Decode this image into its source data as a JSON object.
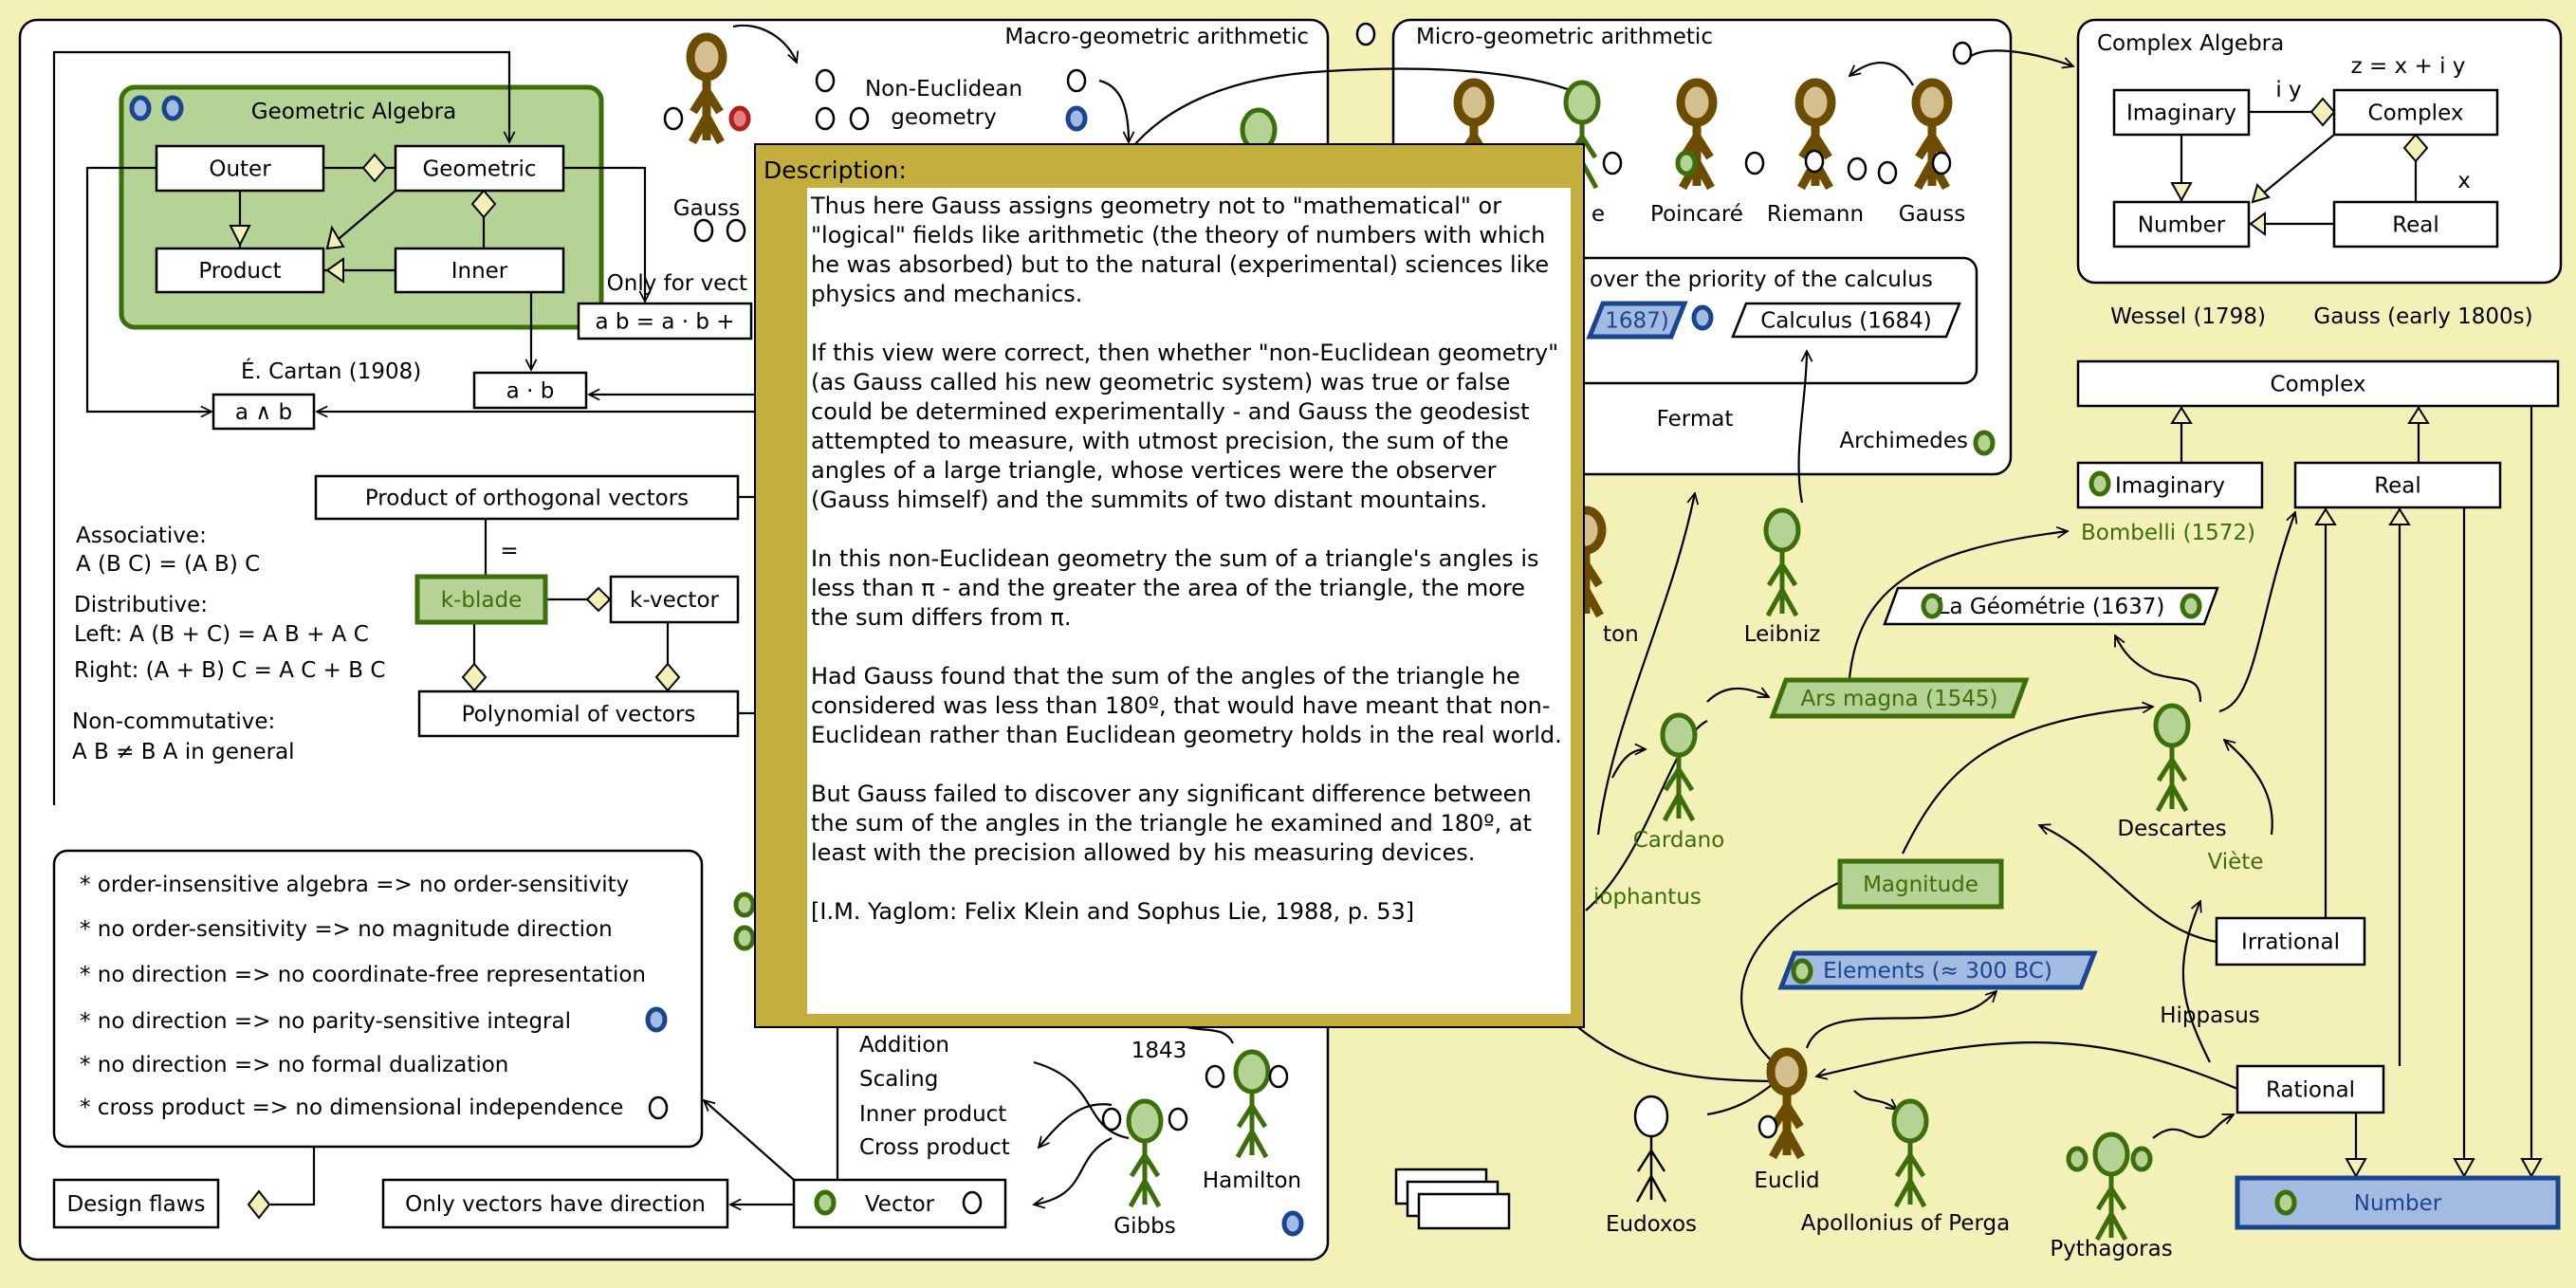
{
  "macro": {
    "title": "Macro-geometric arithmetic",
    "ga_title": "Geometric Algebra",
    "outer": "Outer",
    "geometric": "Geometric",
    "product": "Product",
    "inner": "Inner",
    "dot": "a · b",
    "wedge": "a ∧ b",
    "cartan": "É. Cartan (1908)",
    "gauss": "Gauss",
    "non_euclidean_1": "Non-Euclidean",
    "non_euclidean_2": "geometry",
    "only_for": "Only for vect",
    "geom_product": "a b = a · b +",
    "orthogonal": "Product of orthogonal  vectors",
    "eq": "=",
    "kblade": "k-blade",
    "kvector": "k-vector",
    "polynomial": "Polynomial of vectors",
    "rules": [
      "Associative:",
      "A (B C) = (A B) C",
      "Distributive:",
      "Left:   A (B + C) = A B + A C",
      "Right: (A + B) C = A C + B C",
      "Non-commutative:",
      "A B ≠ B A in general"
    ],
    "flaws": [
      "* order-insensitive algebra => no order-sensitivity",
      "* no order-sensitivity => no magnitude direction",
      "* no direction => no coordinate-free representation",
      "* no direction => no parity-sensitive integral",
      "* no direction => no formal dualization",
      "* cross product => no dimensional independence"
    ],
    "design_flaws": "Design flaws",
    "only_vectors": "Only vectors have direction",
    "vector": "Vector",
    "ops": [
      "Addition",
      "Scaling",
      "Inner product",
      "Cross product"
    ],
    "year_1843": "1843",
    "gibbs": "Gibbs",
    "hamilton": "Hamilton"
  },
  "micro": {
    "title": "Micro-geometric arithmetic",
    "lie_partial": "e",
    "poincare": "Poincaré",
    "riemann": "Riemann",
    "gauss": "Gauss",
    "priority": "over the priority of  the calculus",
    "principia_partial": "1687)",
    "calculus": "Calculus (1684)",
    "fermat": "Fermat",
    "archimedes": "Archimedes",
    "leibniz": "Leibniz",
    "newton_partial": "ton"
  },
  "complex_algebra": {
    "title": "Complex Algebra",
    "imaginary": "Imaginary",
    "complex": "Complex",
    "number": "Number",
    "real": "Real",
    "iy": "i y",
    "z": "z = x + i y",
    "x": "x",
    "wessel": "Wessel (1798)",
    "gauss_early": "Gauss (early 1800s)"
  },
  "tower": {
    "complex": "Complex",
    "imaginary": "Imaginary",
    "real": "Real",
    "bombelli": "Bombelli (1572)",
    "geometrie": "La Géométrie (1637)",
    "ars_magna": "Ars magna (1545)",
    "cardano": "Cardano",
    "descartes": "Descartes",
    "viete": "Viète",
    "diophantus_partial": "iophantus",
    "magnitude": "Magnitude",
    "elements": "Elements (≈ 300 BC)",
    "irrational": "Irrational",
    "hippasus": "Hippasus",
    "rational": "Rational",
    "number": "Number",
    "euclid": "Euclid",
    "eudoxos": "Eudoxos",
    "apollonius": "Apollonius of Perga",
    "pythagoras": "Pythagoras"
  },
  "description": {
    "title": "Description:",
    "paragraphs": [
      "Thus here Gauss assigns geometry not to \"mathematical\" or \"logical\" fields like arithmetic (the theory of numbers with which he was absorbed) but to the natural (experimental) sciences like physics and mechanics.",
      "If this view were correct, then whether \"non-Euclidean geometry\" (as Gauss called his new geometric system) was true or false could be determined experimentally - and Gauss the geodesist attempted to measure, with utmost precision, the sum of the angles of a large triangle, whose vertices were the observer (Gauss himself) and the summits of two distant mountains.",
      "In this non-Euclidean geometry the sum of a triangle's angles is less than π - and the greater the area of the triangle, the more the sum differs from π.",
      "Had Gauss found that the sum of the angles of the triangle he considered was less than 180º, that would have meant that non-Euclidean rather than Euclidean geometry holds in the real world.",
      "But Gauss failed to discover any significant difference between the sum of the angles in the triangle he examined and 180º, at least with the precision allowed by his measuring devices.",
      "[I.M. Yaglom: Felix Klein and Sophus Lie, 1988, p. 53]"
    ]
  },
  "colors": {
    "background": "#f3f1b8",
    "green_fill": "#b5d394",
    "green_stroke": "#3c6e0a",
    "blue_fill": "#a3bbe0",
    "blue_stroke": "#1a4590",
    "brown_stroke": "#6b4c00",
    "brown_fill": "#d4c08f",
    "description_frame": "#c4ae3e"
  }
}
